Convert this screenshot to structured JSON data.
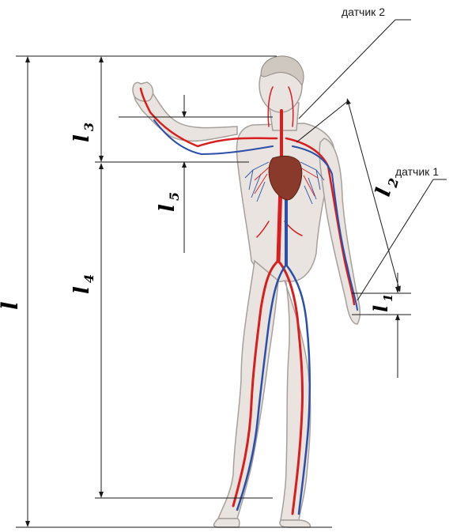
{
  "colors": {
    "artery": "#d81e1e",
    "vein": "#2a4fa8",
    "heart": "#8a3a2a",
    "skin": "#e9e4df",
    "skin_edge": "#a7a09a",
    "line": "#1a1a1a"
  },
  "sensors": {
    "sensor_2": "датчик 2",
    "sensor_1": "датчик 1"
  },
  "dimensions": {
    "total": {
      "letter": "l",
      "sub": ""
    },
    "l1": {
      "letter": "l",
      "sub": "1"
    },
    "l2": {
      "letter": "l",
      "sub": "2"
    },
    "l3": {
      "letter": "l",
      "sub": "3"
    },
    "l4": {
      "letter": "l",
      "sub": "4"
    },
    "l5": {
      "letter": "l",
      "sub": "5"
    }
  }
}
